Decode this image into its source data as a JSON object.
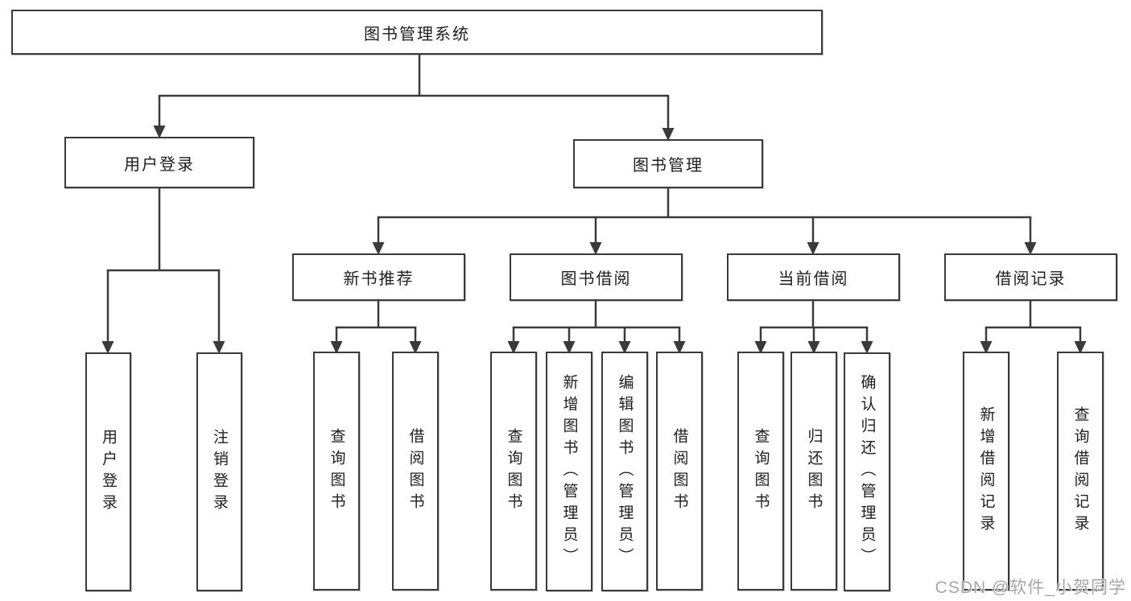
{
  "nodes": {
    "root": "图书管理系统",
    "user_login": "用户登录",
    "book_management": "图书管理",
    "new_book_recommend": "新书推荐",
    "book_borrowing": "图书借阅",
    "current_borrowing": "当前借阅",
    "borrowing_records": "借阅记录",
    "leaves": {
      "user_login": "用户登录",
      "logout": "注销登录",
      "recommend_query_books": "查询图书",
      "recommend_borrow_books": "借阅图书",
      "borrowing_query_books": "查询图书",
      "borrowing_add_books": "新增图书（管理员）",
      "borrowing_edit_books": "编辑图书（管理员）",
      "borrowing_borrow_books": "借阅图书",
      "current_query_books": "查询图书",
      "current_return_books": "归还图书",
      "current_confirm_return": "确认归还（管理员）",
      "records_add_record": "新增借阅记录",
      "records_query_record": "查询借阅记录"
    }
  },
  "watermark": "CSDN @软件_小贺同学",
  "colors": {
    "line": "#3a3a3a",
    "box_border": "#3a3a3a",
    "text": "#1e1e1e",
    "watermark": "#969696",
    "background": "#ffffff"
  }
}
